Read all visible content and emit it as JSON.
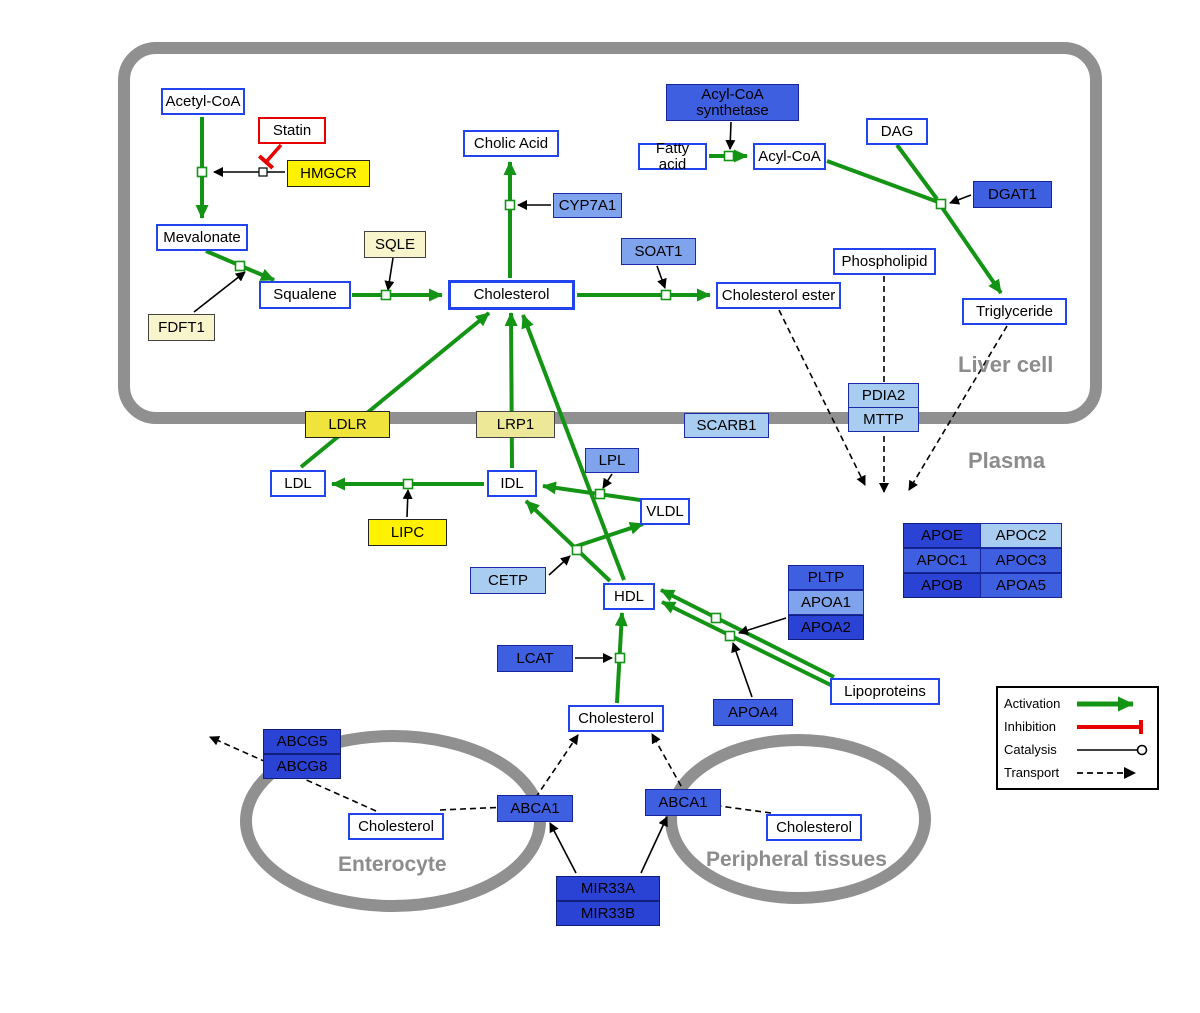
{
  "regions": {
    "liver_cell": "Liver cell",
    "plasma": "Plasma",
    "enterocyte": "Enterocyte",
    "peripheral_tissues": "Peripheral tissues"
  },
  "nodes": {
    "acetyl_coa": "Acetyl-CoA",
    "statin": "Statin",
    "hmgcr": "HMGCR",
    "mevalonate": "Mevalonate",
    "sqle": "SQLE",
    "fdft1": "FDFT1",
    "squalene": "Squalene",
    "cholesterol_liver": "Cholesterol",
    "cholic_acid": "Cholic Acid",
    "cyp7a1": "CYP7A1",
    "soat1": "SOAT1",
    "cholesterol_ester": "Cholesterol ester",
    "acyl_coa_synthetase": "Acyl-CoA synthetase",
    "fatty_acid": "Fatty acid",
    "acyl_coa": "Acyl-CoA",
    "dag": "DAG",
    "dgat1": "DGAT1",
    "phospholipid": "Phospholipid",
    "triglyceride": "Triglyceride",
    "ldlr": "LDLR",
    "lrp1": "LRP1",
    "scarb1": "SCARB1",
    "pdia2": "PDIA2",
    "mttp": "MTTP",
    "ldl": "LDL",
    "idl": "IDL",
    "lpl": "LPL",
    "vldl": "VLDL",
    "lipc": "LIPC",
    "cetp": "CETP",
    "hdl": "HDL",
    "pltp": "PLTP",
    "apoa1": "APOA1",
    "apoa2": "APOA2",
    "lcat": "LCAT",
    "apoa4": "APOA4",
    "lipoproteins": "Lipoproteins",
    "apoe": "APOE",
    "apoc2": "APOC2",
    "apoc1": "APOC1",
    "apoc3": "APOC3",
    "apob": "APOB",
    "apoa5": "APOA5",
    "cholesterol_plasma": "Cholesterol",
    "abcg5": "ABCG5",
    "abcg8": "ABCG8",
    "cholesterol_enterocyte": "Cholesterol",
    "abca1_enterocyte": "ABCA1",
    "abca1_peripheral": "ABCA1",
    "cholesterol_peripheral": "Cholesterol",
    "mir33a": "MIR33A",
    "mir33b": "MIR33B"
  },
  "legend": {
    "activation": "Activation",
    "inhibition": "Inhibition",
    "catalysis": "Catalysis",
    "transport": "Transport"
  },
  "colors": {
    "activation_green": "#149414",
    "inhibition_red": "#E80000",
    "metabolite_border_blue": "#2244EE",
    "membrane_gray": "#909090",
    "gene_yellow": "#FFF200",
    "gene_pale_yellow": "#F8F4CB",
    "gene_blue_light": "#A9CCF1",
    "gene_blue_medium_light": "#7FA3EC",
    "gene_blue_medium": "#3E5FE0",
    "gene_blue_dark": "#2A43D4"
  }
}
